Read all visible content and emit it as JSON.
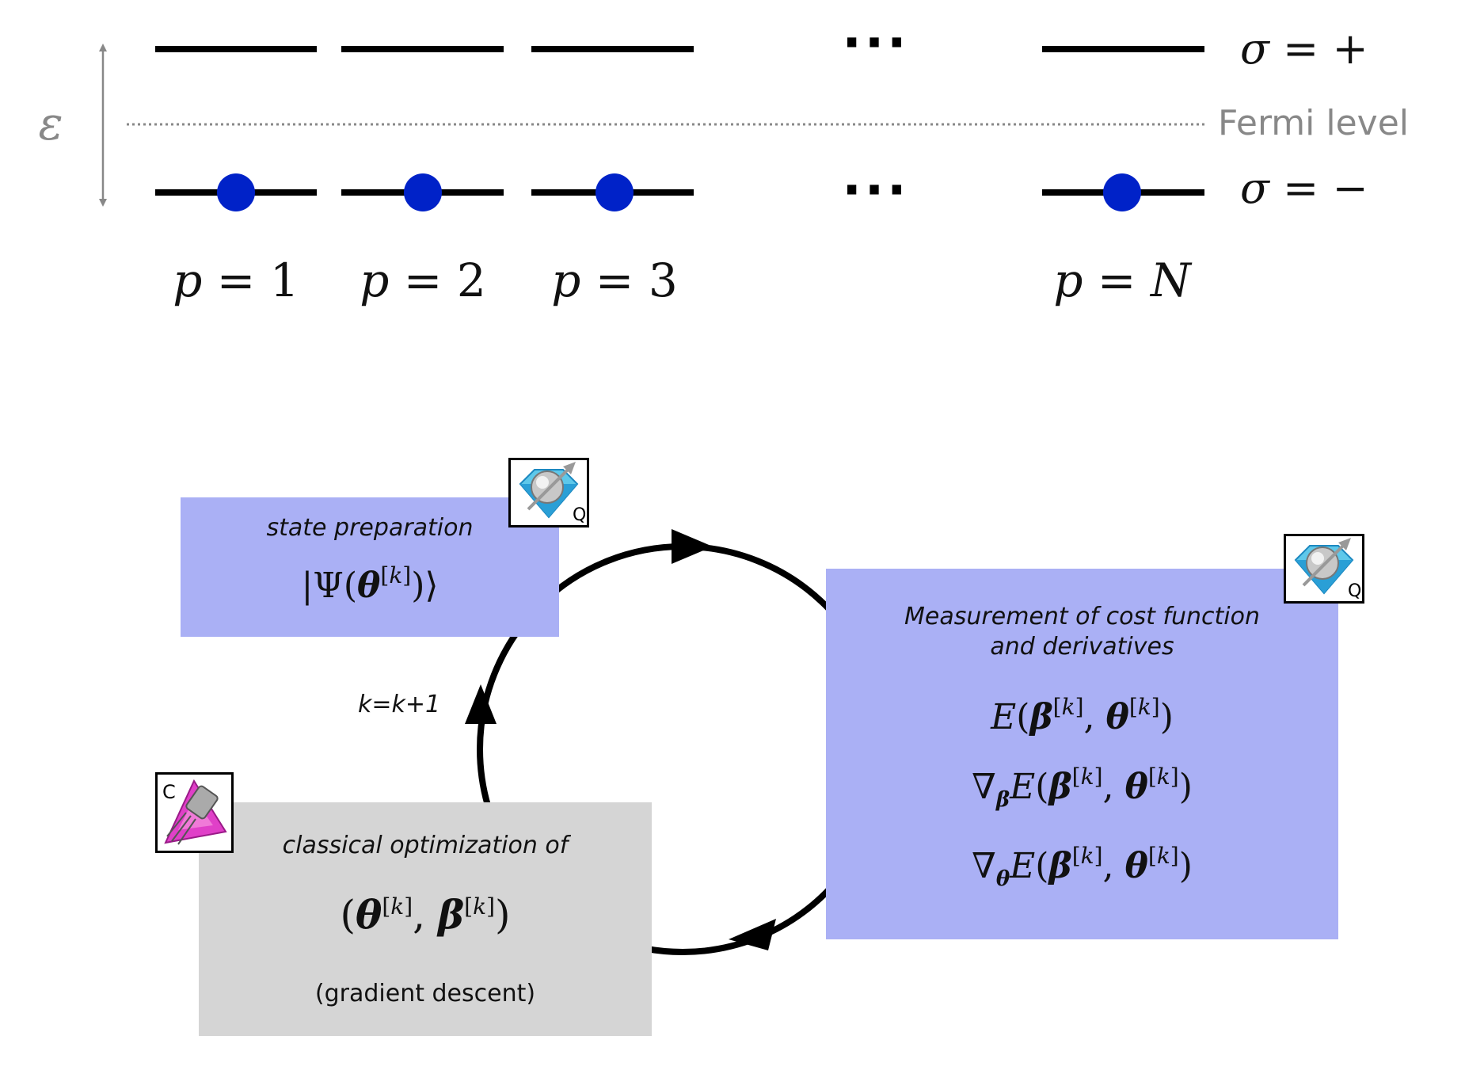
{
  "energy_diagram": {
    "energy_symbol": "ε",
    "fermi_label": "Fermi level",
    "sigma_plus_label": "σ = +",
    "sigma_minus_label": "σ = −",
    "ellipsis": "···",
    "sites": [
      {
        "label": "p = 1",
        "p": "p",
        "eq": " = ",
        "val": "1"
      },
      {
        "label": "p = 2",
        "p": "p",
        "eq": " = ",
        "val": "2"
      },
      {
        "label": "p = 3",
        "p": "p",
        "eq": " = ",
        "val": "3"
      },
      {
        "label": "p = N",
        "p": "p",
        "eq": " = ",
        "val": "N"
      }
    ],
    "colors": {
      "electron": "#0022c8",
      "level": "#000000",
      "axis": "#888888",
      "fermi": "#888888"
    }
  },
  "loop": {
    "state_prep": {
      "title": "state preparation",
      "formula": "|Ψ(θ[k])⟩",
      "badge_icon": "quantum-gem-icon",
      "badge_letter": "Q"
    },
    "measurement": {
      "title_line1": "Measurement of cost function",
      "title_line2": "and derivatives",
      "formulas": [
        "E(β[k], θ[k])",
        "∇βE(β[k], θ[k])",
        "∇θE(β[k], θ[k])"
      ],
      "badge_icon": "quantum-gem-icon",
      "badge_letter": "Q"
    },
    "classical": {
      "title": "classical optimization of",
      "formula": "(θ[k], β[k])",
      "note": "(gradient descent)",
      "badge_icon": "classical-chip-icon",
      "badge_letter": "C"
    },
    "iteration_label": "k=k+1",
    "colors": {
      "quantum_box": "#aab0f5",
      "classical_box": "#d5d5d5",
      "cycle": "#000000"
    }
  }
}
